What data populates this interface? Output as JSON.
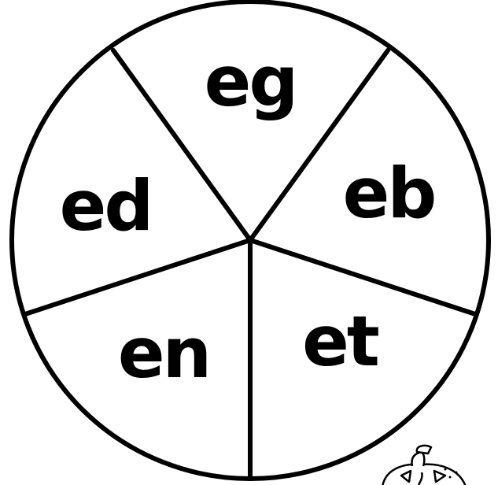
{
  "wheel": {
    "segments": [
      {
        "label": "eg"
      },
      {
        "label": "eb"
      },
      {
        "label": "et"
      },
      {
        "label": "en"
      },
      {
        "label": "ed"
      }
    ],
    "stroke_color": "#000000",
    "fill_color": "#ffffff"
  },
  "decoration": {
    "icon": "pumpkin-clipart-icon"
  }
}
